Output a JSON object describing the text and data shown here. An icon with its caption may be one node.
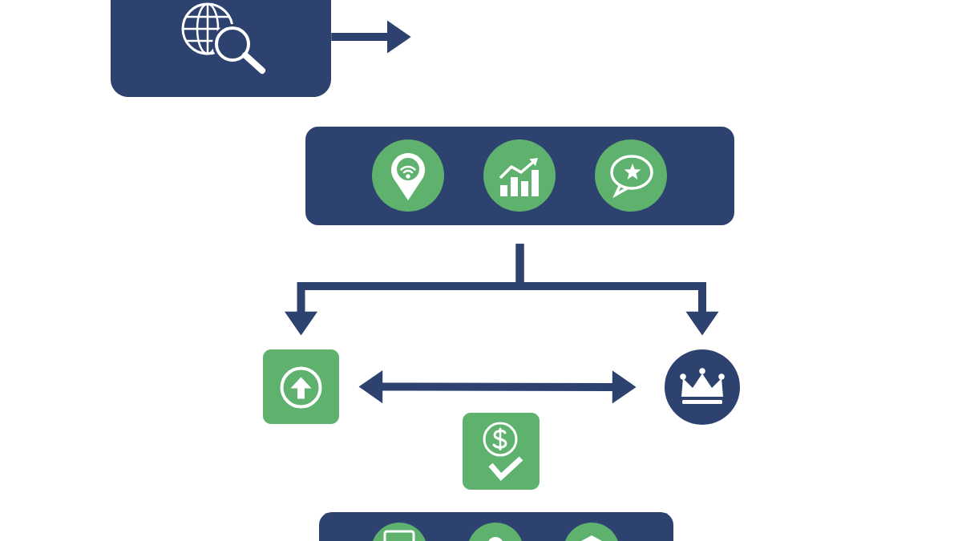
{
  "diagram": {
    "nodes": [
      {
        "text": [],
        "shape": "box"
      },
      {
        "text": [],
        "shape": "box"
      },
      {
        "text": [],
        "shape": "circle",
        "in": 1
      },
      {
        "text": [],
        "shape": "circle",
        "in": 1
      },
      {
        "text": [],
        "shape": "circle",
        "in": 1
      },
      {
        "text": [],
        "shape": "box"
      },
      {
        "text": [],
        "shape": "circle"
      },
      {
        "text": [],
        "shape": "box"
      },
      {
        "text": [],
        "shape": "box"
      },
      {
        "text": [],
        "shape": "circle",
        "in": 8
      },
      {
        "text": [],
        "shape": "circle",
        "in": 8
      },
      {
        "text": [],
        "shape": "circle",
        "in": 8
      }
    ],
    "edges": [
      {
        "from": 0,
        "to": null,
        "arrow": "to"
      },
      {
        "from": 1,
        "to": 5,
        "arrow": "to"
      },
      {
        "from": 1,
        "to": 6,
        "arrow": "to"
      },
      {
        "from": 5,
        "to": 6,
        "arrow": "both"
      }
    ]
  }
}
